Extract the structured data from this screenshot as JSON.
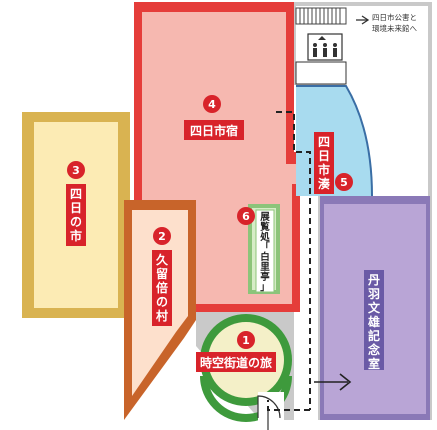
{
  "zones": [
    {
      "id": "zone-3",
      "number": "3",
      "label": "四日の市",
      "color": "#e8c25e"
    },
    {
      "id": "zone-2",
      "number": "2",
      "label": "久留倍の村",
      "color": "#c8642a"
    },
    {
      "id": "zone-4",
      "number": "4",
      "label": "四日市宿",
      "color": "#e53d3a"
    },
    {
      "id": "zone-6",
      "number": "6",
      "label": "展覧処「白里亭」",
      "color": "#8cc47a"
    },
    {
      "id": "zone-5",
      "number": "5",
      "label": "四日市湊",
      "color": "#6cc0e0"
    },
    {
      "id": "zone-1",
      "number": "1",
      "label": "時空街道の旅",
      "color": "#3e9a3c"
    },
    {
      "id": "tanba",
      "label": "丹羽文雄記念室",
      "color": "#b9a5d6"
    }
  ],
  "to_exit_line1": "四日市公害と",
  "to_exit_line2": "環境未来館へ",
  "elevator_icon": "people-elevator-icon",
  "marker_color": "#d8232a"
}
